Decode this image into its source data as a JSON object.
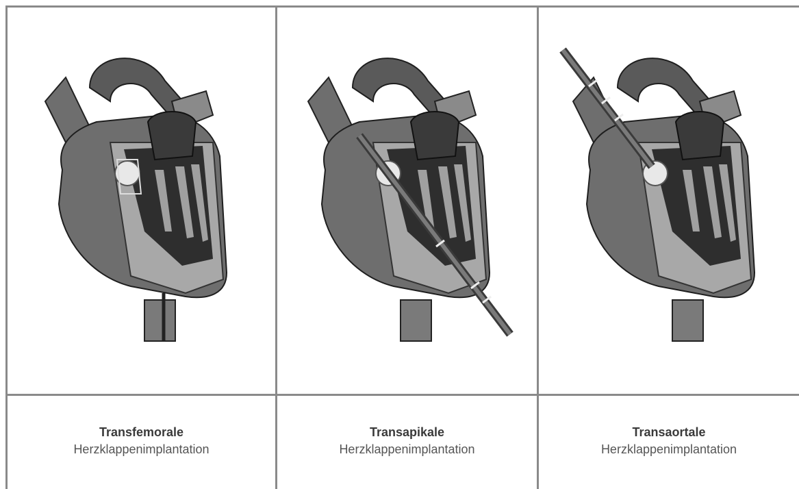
{
  "panels": [
    {
      "id": "transfemoral",
      "title": "Transfemorale",
      "subtitle": "Herzklappenimplantation",
      "catheter_icon": "femoral-catheter-icon"
    },
    {
      "id": "transapical",
      "title": "Transapikale",
      "subtitle": "Herzklappenimplantation",
      "catheter_icon": "apical-catheter-icon"
    },
    {
      "id": "transaortic",
      "title": "Transaortale",
      "subtitle": "Herzklappenimplantation",
      "catheter_icon": "aortic-catheter-icon"
    }
  ],
  "colors": {
    "grid_line": "#8a8a8a",
    "heart_dark": "#2e2e2e",
    "heart_mid": "#6e6e6e",
    "heart_light": "#a8a8a8"
  }
}
